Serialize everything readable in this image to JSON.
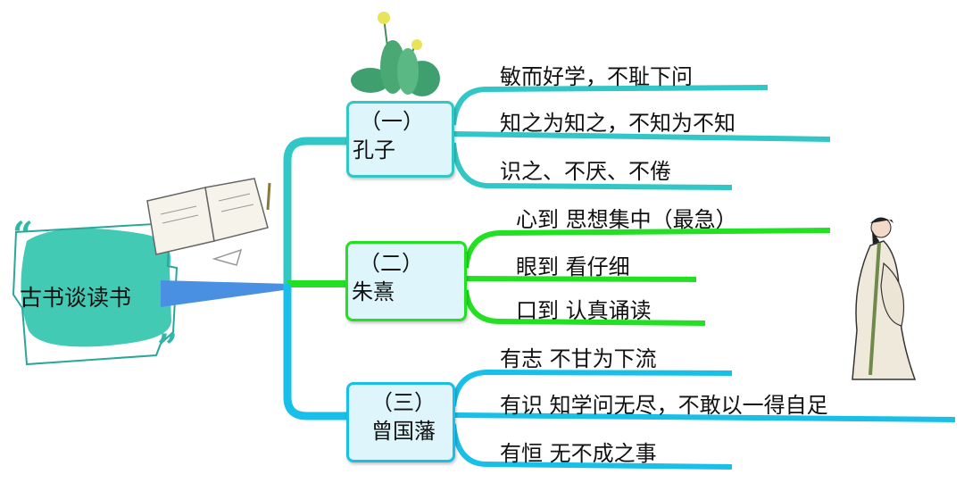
{
  "title": "古书谈读书",
  "colors": {
    "root_branch": "#4a90e2",
    "kongzi": "#33c6c6",
    "zhuxi": "#22e022",
    "zengguofan": "#17bfe9",
    "node_fill": "#def6fb",
    "root_brush": "#2ec4ad"
  },
  "decorations": {
    "quote_open": "“",
    "quote_close": "”",
    "open_book_icon": "open-book",
    "plant_icon": "plant-with-flowers",
    "scholar_figure": "ancient-scholar"
  },
  "branches": [
    {
      "number": "（一）",
      "name": "孔子",
      "items": [
        "敏而好学，不耻下问",
        "知之为知之，不知为不知",
        "识之、不厌、不倦"
      ]
    },
    {
      "number": "（二）",
      "name": "朱熹",
      "items": [
        "心到  思想集中（最急）",
        "眼到  看仔细",
        "口到  认真诵读"
      ]
    },
    {
      "number": "（三）",
      "name": "曾国藩",
      "items": [
        "有志  不甘为下流",
        "有识  知学问无尽，不敢以一得自足",
        "有恒  无不成之事"
      ]
    }
  ]
}
